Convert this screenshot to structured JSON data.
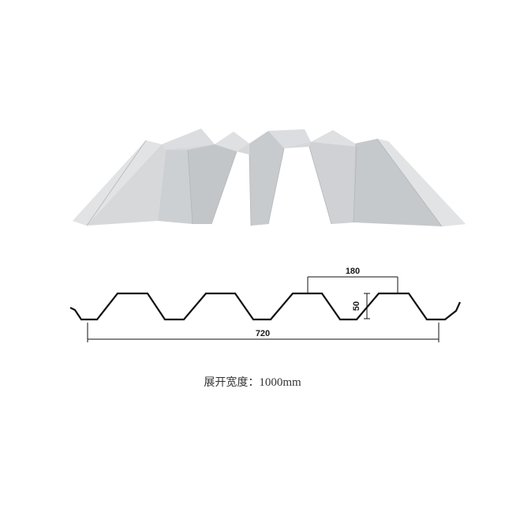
{
  "dimensions": {
    "rib_top_width": "180",
    "rib_height": "50",
    "cover_width": "720"
  },
  "caption": {
    "label": "展开宽度：",
    "value": "1000mm"
  },
  "colors": {
    "sheet_face": "#d6d8da",
    "sheet_light": "#e4e5e7",
    "sheet_shadow": "#b9bbbe",
    "profile_line": "#111111"
  }
}
